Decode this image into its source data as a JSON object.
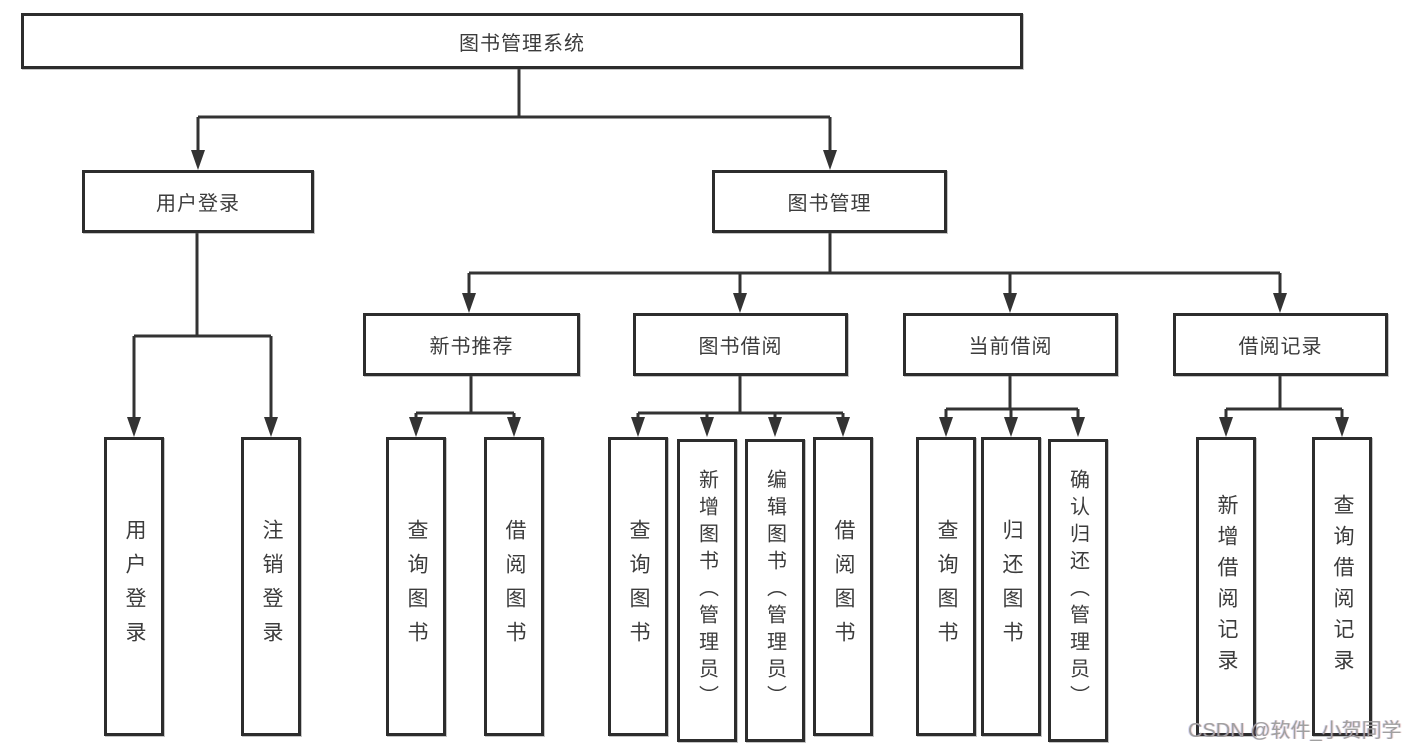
{
  "diagram": {
    "root": {
      "label": "图书管理系统"
    },
    "level2": {
      "user_login": {
        "label": "用户登录"
      },
      "book_management": {
        "label": "图书管理"
      }
    },
    "level3": {
      "new_book_recommendation": {
        "label": "新书推荐"
      },
      "book_borrowing": {
        "label": "图书借阅"
      },
      "current_borrowing": {
        "label": "当前借阅"
      },
      "borrowing_records": {
        "label": "借阅记录"
      }
    },
    "leaves": {
      "user_login": {
        "label": "用户登录"
      },
      "logout": {
        "label": "注销登录"
      },
      "query_books_a": {
        "label": "查询图书"
      },
      "borrow_books_a": {
        "label": "借阅图书"
      },
      "query_books_b": {
        "label": "查询图书"
      },
      "add_books_admin": {
        "label": "新增图书（管理员）"
      },
      "edit_books_admin": {
        "label": "编辑图书（管理员）"
      },
      "borrow_books_b": {
        "label": "借阅图书"
      },
      "query_books_c": {
        "label": "查询图书"
      },
      "return_books": {
        "label": "归还图书"
      },
      "confirm_return_admin": {
        "label": "确认归还（管理员）"
      },
      "add_borrow_record": {
        "label": "新增借阅记录"
      },
      "query_borrow_record": {
        "label": "查询借阅记录"
      }
    },
    "hierarchy": {
      "图书管理系统": [
        "用户登录",
        "图书管理"
      ],
      "用户登录": [
        "用户登录",
        "注销登录"
      ],
      "图书管理": [
        "新书推荐",
        "图书借阅",
        "当前借阅",
        "借阅记录"
      ],
      "新书推荐": [
        "查询图书",
        "借阅图书"
      ],
      "图书借阅": [
        "查询图书",
        "新增图书（管理员）",
        "编辑图书（管理员）",
        "借阅图书"
      ],
      "当前借阅": [
        "查询图书",
        "归还图书",
        "确认归还（管理员）"
      ],
      "借阅记录": [
        "新增借阅记录",
        "查询借阅记录"
      ]
    },
    "colors": {
      "line": "#333333",
      "border": "#2d2d2d",
      "text": "#3c3c3c",
      "background": "#ffffff",
      "watermark": "#a0a0a0"
    }
  },
  "watermark": {
    "text": "CSDN @软件_小贺同学"
  }
}
